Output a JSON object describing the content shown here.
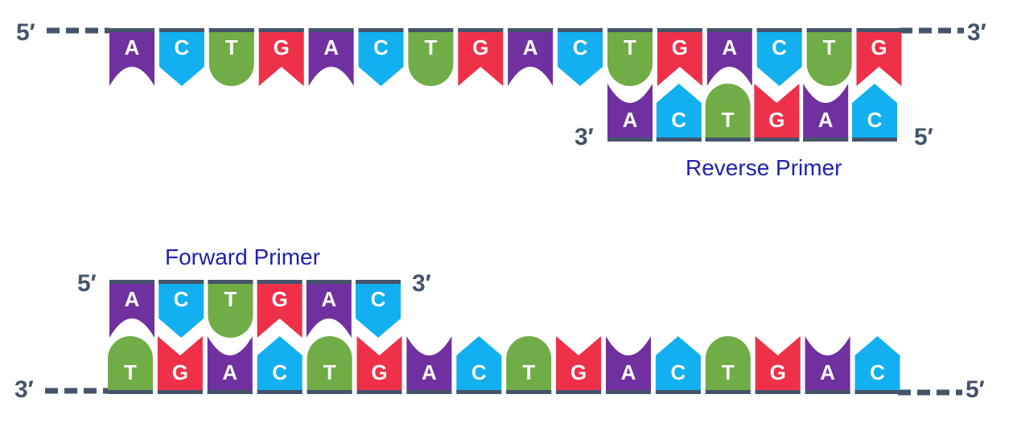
{
  "colors": {
    "A": "#7030a0",
    "C": "#12b0f0",
    "T": "#70ad47",
    "G": "#ee3048",
    "backbone": "#44546a",
    "label": "#44546a",
    "primer_label": "#1f1fb4"
  },
  "top_strand": {
    "bases": [
      "A",
      "C",
      "T",
      "G",
      "A",
      "C",
      "T",
      "G",
      "A",
      "C",
      "T",
      "G",
      "A",
      "C",
      "T",
      "G"
    ],
    "left_end": "5′",
    "right_end": "3′"
  },
  "reverse_primer": {
    "bases": [
      "A",
      "C",
      "T",
      "G",
      "A",
      "C"
    ],
    "left_end": "3′",
    "right_end": "5′",
    "label": "Reverse Primer"
  },
  "forward_primer": {
    "bases": [
      "A",
      "C",
      "T",
      "G",
      "A",
      "C"
    ],
    "left_end": "5′",
    "right_end": "3′",
    "label": "Forward Primer"
  },
  "bottom_strand": {
    "bases": [
      "T",
      "G",
      "A",
      "C",
      "T",
      "G",
      "A",
      "C",
      "T",
      "G",
      "A",
      "C",
      "T",
      "G",
      "A",
      "C"
    ],
    "left_end": "3′",
    "right_end": "5′"
  }
}
